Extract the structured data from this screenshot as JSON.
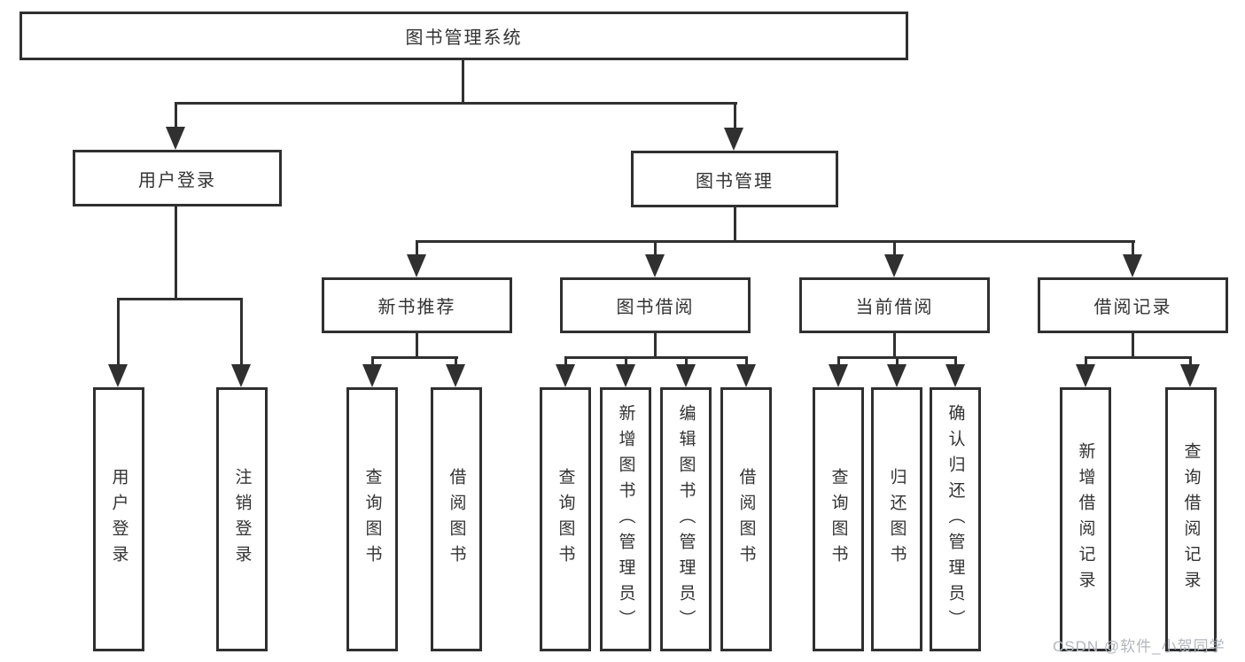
{
  "diagram_type": "hierarchy-tree",
  "colors": {
    "line": "#303030",
    "text": "#333333",
    "background": "#ffffff",
    "watermark": "#b2b6bd"
  },
  "nodes": {
    "root": "图书管理系统",
    "user_login": "用户登录",
    "book_mgmt": "图书管理",
    "new_book_rec": "新书推荐",
    "book_borrow": "图书借阅",
    "current_borrow": "当前借阅",
    "borrow_record": "借阅记录",
    "leaf_user_login": "用户登录",
    "leaf_logout": "注销登录",
    "leaf_query_book_1": "查询图书",
    "leaf_borrow_book_1": "借阅图书",
    "leaf_query_book_2": "查询图书",
    "leaf_add_book": "新增图书（管理员）",
    "leaf_edit_book": "编辑图书（管理员）",
    "leaf_borrow_book_2": "借阅图书",
    "leaf_query_book_3": "查询图书",
    "leaf_return_book": "归还图书",
    "leaf_confirm_return": "确认归还（管理员）",
    "leaf_add_record": "新增借阅记录",
    "leaf_query_record": "查询借阅记录"
  },
  "watermark": "CSDN @软件_小贺同学"
}
